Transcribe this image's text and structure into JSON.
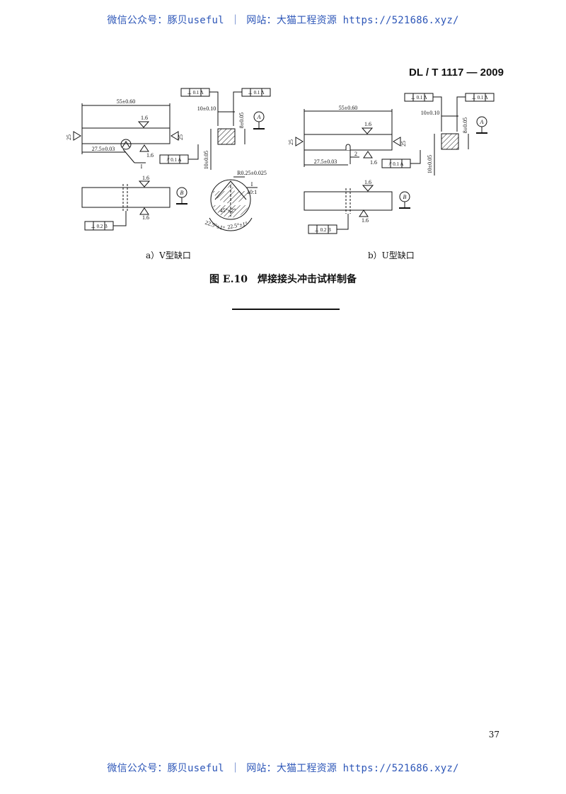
{
  "watermark": "微信公众号：豚贝useful ｜ 网站：大猫工程资源 https://521686.xyz/",
  "standard_code": "DL / T 1117 — 2009",
  "figure": {
    "caption_a": "a）V型缺口",
    "caption_b": "b）U型缺口",
    "title": "图 E.10　焊接接头冲击试样制备"
  },
  "dims": {
    "length": "55±0.60",
    "half_length": "27.5±0.03",
    "height8": "8±0.05",
    "width10": "10±0.10",
    "height10": "10±0.05",
    "roughness": "1.6",
    "edge": "25",
    "notch_radius": "R0.25±0.025",
    "notch_angle": "45°±2°",
    "half_angle": "22.5°±1°",
    "detail_id": "I",
    "scale": "10:1",
    "u_depth": "2",
    "datum_a": "A",
    "datum_b": "B",
    "tol_perp_a": "⊥ 0.1 A",
    "tol_par_a": "// 0.1 A",
    "tol_perp_b": "⊥ 0.2 B"
  },
  "page_number": "37"
}
